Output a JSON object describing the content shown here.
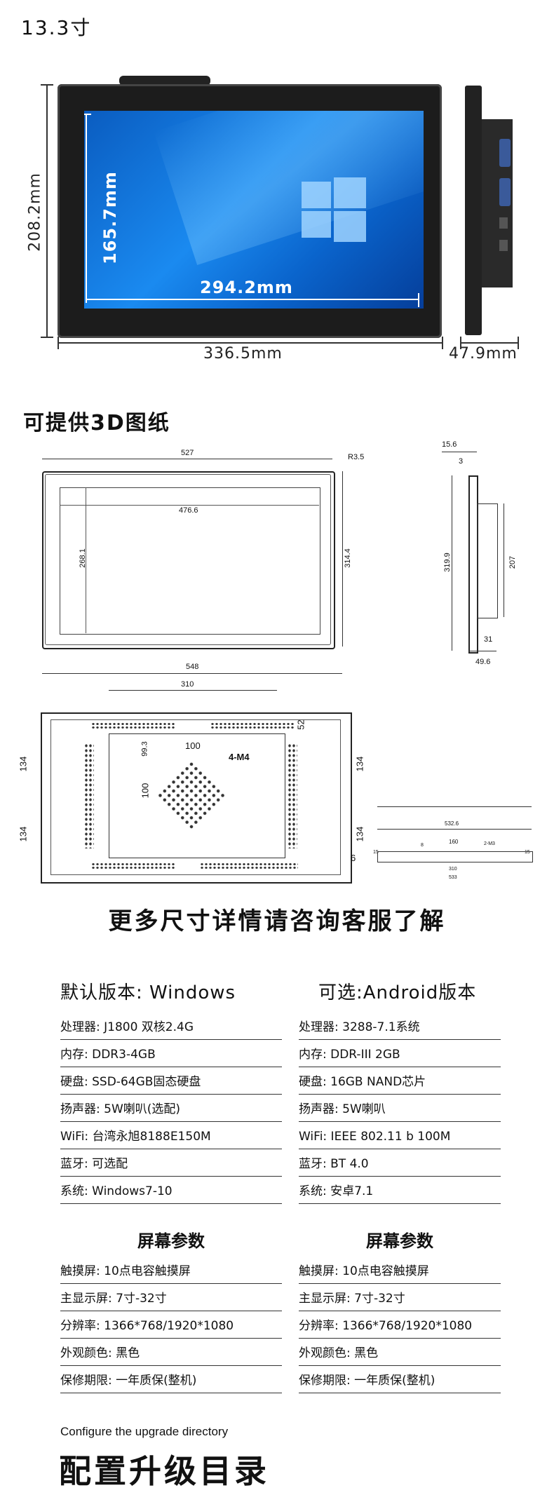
{
  "size_title": "13.3寸",
  "dims": {
    "screen_height": "165.7mm",
    "screen_width": "294.2mm",
    "total_height": "208.2mm",
    "total_width": "336.5mm",
    "depth": "47.9mm"
  },
  "drawing_title": "可提供3D图纸",
  "drawing_front": {
    "w": "527",
    "r": "R3.5",
    "inner_w": "476.6",
    "inner_h": "268.1",
    "h": "314.4"
  },
  "drawing_side": {
    "a": "15.6",
    "b": "3",
    "h": "319.9",
    "h2": "207",
    "c": "31",
    "d": "49.6"
  },
  "drawing_back": {
    "w": "548",
    "w2": "310",
    "h_top": "52",
    "v1": "99.3",
    "h100": "100",
    "m4": "4-M4",
    "v100": "100",
    "left_a": "134",
    "left_b": "134",
    "right_a": "134",
    "right_b": "134",
    "right_c": "6"
  },
  "drawing_small": {
    "a": "532.6",
    "b": "160",
    "c": "2-M3",
    "d": "15",
    "e": "8",
    "f": "310",
    "g": "533",
    "h": "15"
  },
  "more_sizes": "更多尺寸详情请咨询客服了解",
  "default_version": {
    "title": "默认版本: Windows",
    "rows": [
      "处理器: J1800 双核2.4G",
      "内存: DDR3-4GB",
      "硬盘: SSD-64GB固态硬盘",
      "扬声器: 5W喇叭(选配)",
      "WiFi: 台湾永旭8188E150M",
      "蓝牙: 可选配",
      "系统: Windows7-10"
    ]
  },
  "optional_version": {
    "title": "可选:Android版本",
    "rows": [
      "处理器: 3288-7.1系统",
      "内存: DDR-III 2GB",
      "硬盘: 16GB NAND芯片",
      "扬声器: 5W喇叭",
      "WiFi: IEEE 802.11 b 100M",
      "蓝牙: BT 4.0",
      "系统: 安卓7.1"
    ]
  },
  "screen_left": {
    "title": "屏幕参数",
    "rows": [
      "触摸屏: 10点电容触摸屏",
      "主显示屏: 7寸-32寸",
      "分辨率: 1366*768/1920*1080",
      "外观颜色: 黑色",
      "保修期限: 一年质保(整机)"
    ]
  },
  "screen_right": {
    "title": "屏幕参数",
    "rows": [
      "触摸屏: 10点电容触摸屏",
      "主显示屏: 7寸-32寸",
      "分辨率: 1366*768/1920*1080",
      "外观颜色: 黑色",
      "保修期限: 一年质保(整机)"
    ]
  },
  "upgrade": {
    "en": "Configure the upgrade directory",
    "cn": "配置升级目录"
  },
  "colors": {
    "screen_blue": "#0a78d8",
    "bezel": "#1a1a1a",
    "accent_line": "#333333"
  }
}
